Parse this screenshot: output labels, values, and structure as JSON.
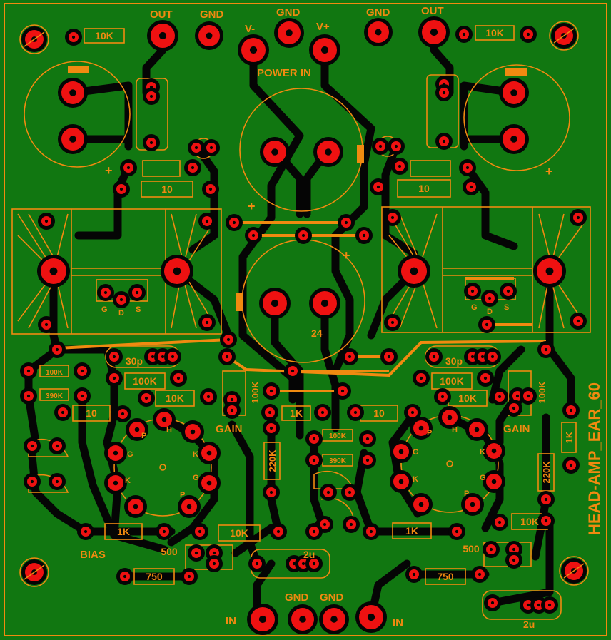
{
  "board": {
    "name": "HEAD-AMP_EAR_60",
    "colors": {
      "substrate": "#117711",
      "copper_trace": "#050505",
      "pad": "#ee1111",
      "silkscreen": "#f08a10",
      "edge": "#f08a10"
    }
  },
  "labels": {
    "out_left": "OUT",
    "gnd_top_left": "GND",
    "v_minus": "V-",
    "gnd_top_mid": "GND",
    "v_plus": "V+",
    "gnd_top_right": "GND",
    "out_right": "OUT",
    "power_in": "POWER IN",
    "gain_left": "GAIN",
    "gain_right": "GAIN",
    "bias": "BIAS",
    "in_left": "IN",
    "in_right": "IN",
    "gnd_bottom_1": "GND",
    "gnd_bottom_2": "GND",
    "cap_24": "24",
    "d_left": "2u",
    "d_right": "2u"
  },
  "components": {
    "r_out_left": "10K",
    "r_out_right": "10K",
    "r_gate_left": "10",
    "r_gate_right": "10",
    "r_100k_left": "100K",
    "r_390k_left": "390K",
    "r_10_left2": "10",
    "r_100k_a_left": "100K",
    "r_10k_left": "10K",
    "r_100k_vert_left": "100K",
    "r_1k_mid": "1K",
    "r_220k_mid": "220K",
    "r_1k_bias_left": "1K",
    "r_10k_bottom_left": "10K",
    "r_500_left": "500",
    "r_750_left": "750",
    "c_30p_left": "30p",
    "r_10_right2": "10",
    "r_100k_right": "100K",
    "r_390k_right": "390K",
    "r_100k_a_right": "100K",
    "r_10k_right": "10K",
    "r_100k_vert_right": "100K",
    "r_1k_vert_right": "1K",
    "r_220k_right": "220K",
    "r_1k_bias_right": "1K",
    "r_10k_bottom_right": "10K",
    "r_500_right": "500",
    "r_750_right": "750",
    "c_30p_right": "30p",
    "tube_pin_p": "P",
    "tube_pin_h": "H",
    "tube_pin_g": "G",
    "tube_pin_k": "K",
    "fet_g": "G",
    "fet_d": "D",
    "fet_s": "S",
    "plus": "+"
  }
}
